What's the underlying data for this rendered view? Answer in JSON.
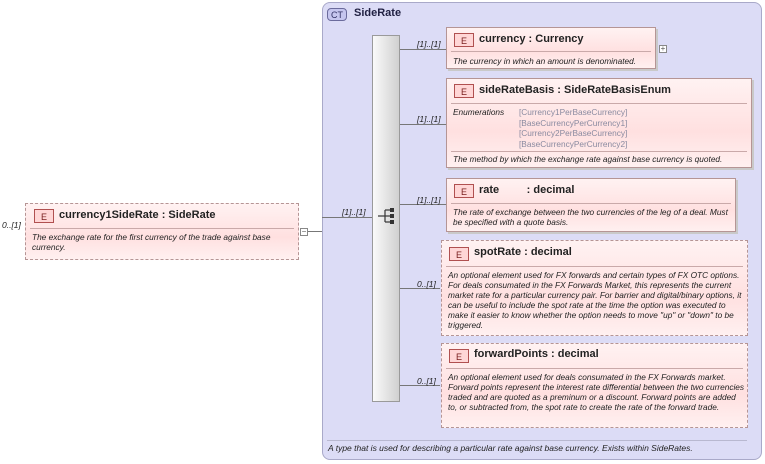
{
  "complex_type": {
    "badge": "CT",
    "name": "SideRate",
    "description": "A type that is used for describing a particular rate against base currency. Exists within SideRates."
  },
  "root_element": {
    "badge": "E",
    "cardinality": "0..[1]",
    "title": "currency1SideRate : SideRate",
    "description": "The exchange rate for the first currency of the trade against base currency.",
    "sequence_cardinality": "[1]..[1]"
  },
  "children": [
    {
      "badge": "E",
      "cardinality": "[1]..[1]",
      "title": "currency : Currency",
      "description": "The currency in which an amount is denominated.",
      "expandable": true
    },
    {
      "badge": "E",
      "cardinality": "[1]..[1]",
      "title": "sideRateBasis : SideRateBasisEnum",
      "enumerations_label": "Enumerations",
      "enumerations": [
        "[Currency1PerBaseCurrency]",
        "[BaseCurrencyPerCurrency1]",
        "[Currency2PerBaseCurrency]",
        "[BaseCurrencyPerCurrency2]"
      ],
      "description": "The method by which the exchange rate against base currency is quoted."
    },
    {
      "badge": "E",
      "cardinality": "[1]..[1]",
      "title": "rate         : decimal",
      "description": "The rate of exchange between the two currencies of the leg of a deal. Must be specified with a quote basis."
    },
    {
      "badge": "E",
      "cardinality": "0..[1]",
      "title": "spotRate : decimal",
      "description": "An optional element used for FX forwards and certain types of FX OTC options. For deals consumated in the FX Forwards Market, this represents the current market rate for a particular currency pair. For barrier and digital/binary options, it can be useful to include the spot rate at the time the option was executed to make it easier to know whether the option needs to move \"up\" or \"down\" to be triggered."
    },
    {
      "badge": "E",
      "cardinality": "0..[1]",
      "title": "forwardPoints : decimal",
      "description": "An optional element used for deals consumated in the FX Forwards market. Forward points represent the interest rate differential between the two currencies traded and are quoted as a preminum or a discount. Forward points are added to, or subtracted from, the spot rate to create the rate of the forward trade."
    }
  ]
}
